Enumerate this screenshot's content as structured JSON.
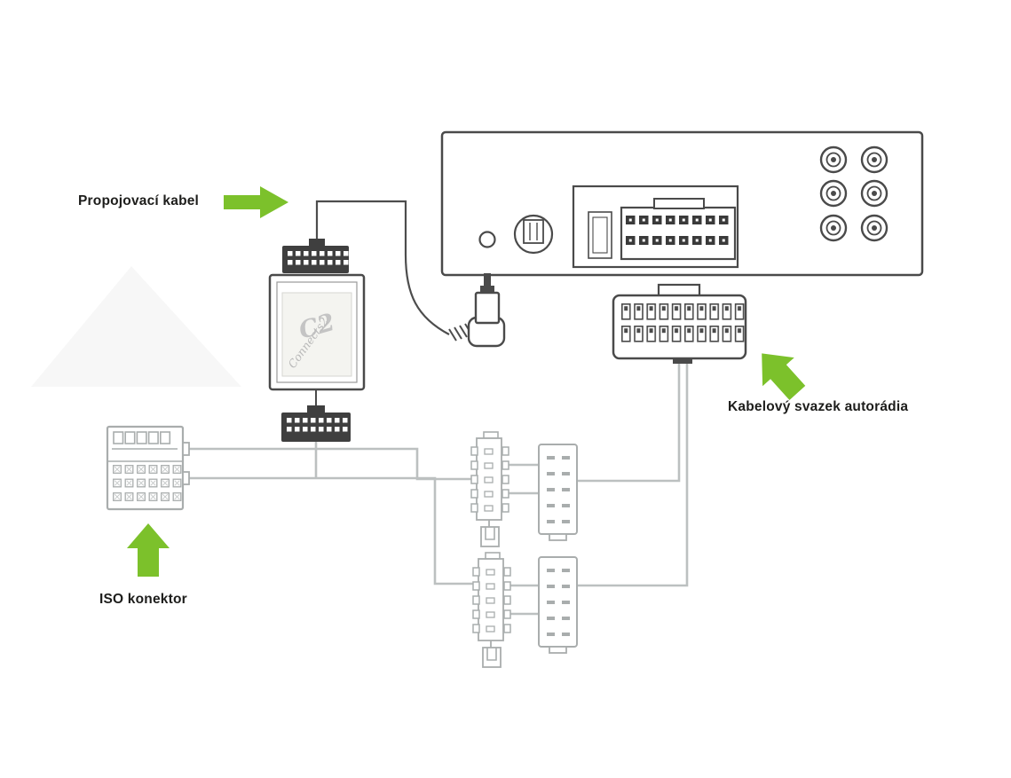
{
  "labels": {
    "connecting_cable": "Propojovací kabel",
    "radio_harness": "Kabelový svazek autorádia",
    "iso_connector": "ISO konektor"
  },
  "adapter": {
    "monogram": "C2",
    "logo_script": "Connects2"
  },
  "colors": {
    "arrow_green": "#7cc12b",
    "outline_dark": "#4a4a4a",
    "outline_light": "#a9adad",
    "wire_gray": "#bcc0c0",
    "label_text": "#1d1d1b"
  }
}
